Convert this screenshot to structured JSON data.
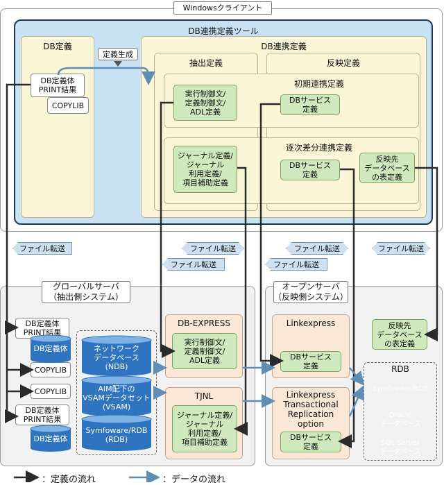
{
  "windows_client": "Windowsクライアント",
  "tool": {
    "title": "DB連携定義ツール",
    "db_def": {
      "title": "DB定義",
      "doc": "DB定義体\nPRINT結果",
      "copylib": "COPYLIB"
    },
    "gen_label": "定義生成",
    "link_def": {
      "title": "DB連携定義",
      "extract": {
        "title": "抽出定義",
        "init_box": "実行制御文/\n定義制御文/\nADL定義",
        "diff_box": "ジャーナル定義/\nジャーナル\n利用定義/\n項目補助定義"
      },
      "reflect": {
        "title": "反映定義"
      },
      "init": {
        "title": "初期連携定義",
        "db_service": "DBサービス\n定義"
      },
      "diff": {
        "title": "逐次差分連携定義",
        "db_service": "DBサービス\n定義",
        "table_def": "反映先\nデータベース\nの表定義"
      }
    }
  },
  "transfers": {
    "file_transfer": "ファイル転送"
  },
  "global_server": {
    "title": "グローバルサーバ\n（抽出側システム）",
    "doc1": "DB定義体\nPRINT結果",
    "db_def1": "DB定義体",
    "copylib1": "COPYLIB",
    "copylib2": "COPYLIB",
    "doc2": "DB定義体\nPRINT結果",
    "db_def2": "DB定義体",
    "network_db": "ネットワーク\nデータベース\n(NDB)",
    "vsam": "AIM配下の\nVSAMデータセット\n(VSAM)",
    "symfoware": "Symfoware/RDB\n(RDB)",
    "db_express": {
      "title": "DB-EXPRESS",
      "box": "実行制御文/\n定義制御文/\nADL定義"
    },
    "tjnl": {
      "title": "TJNL",
      "box": "ジャーナル定義/\nジャーナル\n利用定義/\n項目補助定義"
    }
  },
  "open_server": {
    "title": "オープンサーバ\n（反映側システム）",
    "linkexpress": {
      "title": "Linkexpress",
      "box": "DBサービス\n定義"
    },
    "ltr": {
      "title": "Linkexpress\nTransactional\nReplication\noption",
      "box": "DBサービス\n定義"
    },
    "table_def": "反映先\nデータベース\nの表定義",
    "rdb": {
      "title": "RDB",
      "items": [
        "Symfoware/RDB",
        "Oracle\nデータベース",
        "SQL Server\nデータベース"
      ]
    }
  },
  "legend": {
    "def_flow": "：定義の流れ",
    "data_flow": "：データの流れ"
  },
  "colors": {
    "def_arrow": "#2a2a2a",
    "data_arrow": "#5e8db5",
    "tool_bg": "#c9e2f3",
    "green": "#cfe8bd",
    "peach": "#fbe7d5",
    "yellow": "#fbf6d8"
  }
}
